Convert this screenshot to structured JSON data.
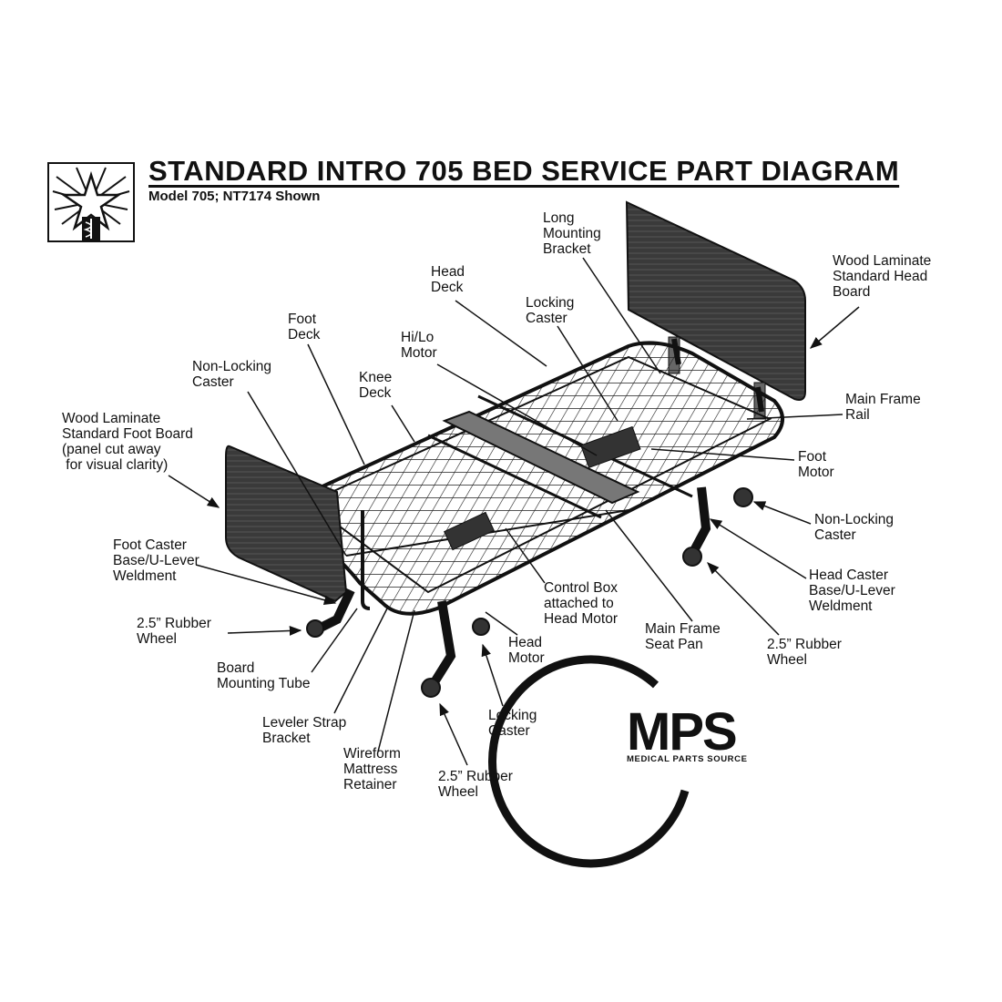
{
  "header": {
    "title": "STANDARD INTRO 705 BED SERVICE PART DIAGRAM",
    "subtitle": "Model 705; NT7174 Shown"
  },
  "brand": {
    "logo_icon": "star-caduceus-icon",
    "mps_name": "MPS",
    "mps_tagline": "MEDICAL PARTS SOURCE"
  },
  "labels": {
    "long_mounting_bracket": "Long\nMounting\nBracket",
    "head_board": "Wood Laminate\nStandard Head\nBoard",
    "head_deck": "Head\nDeck",
    "locking_caster_top": "Locking\nCaster",
    "foot_deck": "Foot\nDeck",
    "hi_lo_motor": "Hi/Lo\nMotor",
    "non_locking_caster_left": "Non-Locking\nCaster",
    "knee_deck": "Knee\nDeck",
    "main_frame_rail": "Main Frame\nRail",
    "foot_board": "Wood Laminate\nStandard Foot Board\n(panel cut away\n for visual clarity)",
    "foot_motor": "Foot\nMotor",
    "non_locking_caster_right": "Non-Locking\nCaster",
    "foot_caster_base": "Foot Caster\nBase/U-Lever\nWeldment",
    "head_caster_base": "Head Caster\nBase/U-Lever\nWeldment",
    "control_box": "Control Box\nattached to\nHead Motor",
    "rubber_wheel_left": "2.5” Rubber\nWheel",
    "main_frame_seat_pan": "Main Frame\nSeat Pan",
    "rubber_wheel_right": "2.5” Rubber\nWheel",
    "head_motor": "Head\nMotor",
    "board_mounting_tube": "Board\nMounting Tube",
    "leveler_strap_bracket": "Leveler Strap\nBracket",
    "locking_caster_bottom": "Locking\nCaster",
    "wireform_mattress_retainer": "Wireform\nMattress\nRetainer",
    "rubber_wheel_bottom": "2.5” Rubber\nWheel"
  }
}
